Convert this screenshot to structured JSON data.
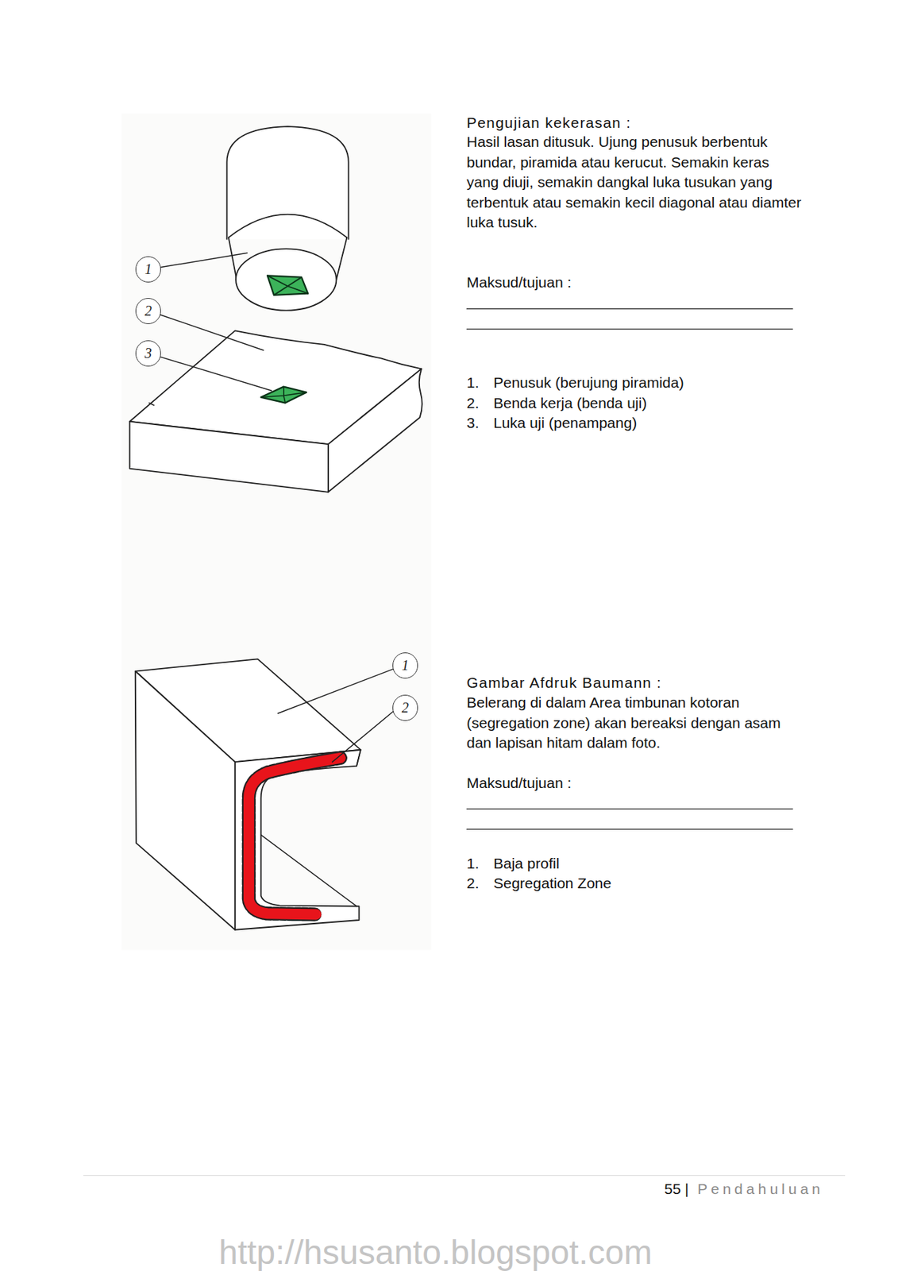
{
  "diagram": {
    "nodes": [
      {
        "text": [
          "1"
        ]
      },
      {
        "text": [
          "2"
        ]
      },
      {
        "text": [
          "3"
        ]
      },
      {
        "text": [
          "1"
        ]
      },
      {
        "text": [
          "2"
        ]
      }
    ],
    "labels": [
      "Pengujian kekerasan :",
      "Hasil lasan ditusuk. Ujung penusuk berbentuk bundar, piramida atau kerucut. Semakin keras yang diuji, semakin dangkal luka tusukan yang terbentuk atau semakin kecil diagonal atau diamter luka tusuk.",
      "Maksud/tujuan :",
      "1.",
      "Penusuk (berujung piramida)",
      "2.",
      "Benda kerja (benda uji)",
      "3.",
      "Luka uji (penampang)",
      "Gambar Afdruk Baumann :",
      "Belerang di dalam Area timbunan kotoran (segregation zone) akan bereaksi dengan asam dan lapisan hitam dalam foto.",
      "Maksud/tujuan :",
      "1.",
      "Baja profil",
      "2.",
      "Segregation Zone",
      "55",
      "|",
      "Pendahuluan",
      "http://hsusanto.blogspot.com"
    ]
  }
}
